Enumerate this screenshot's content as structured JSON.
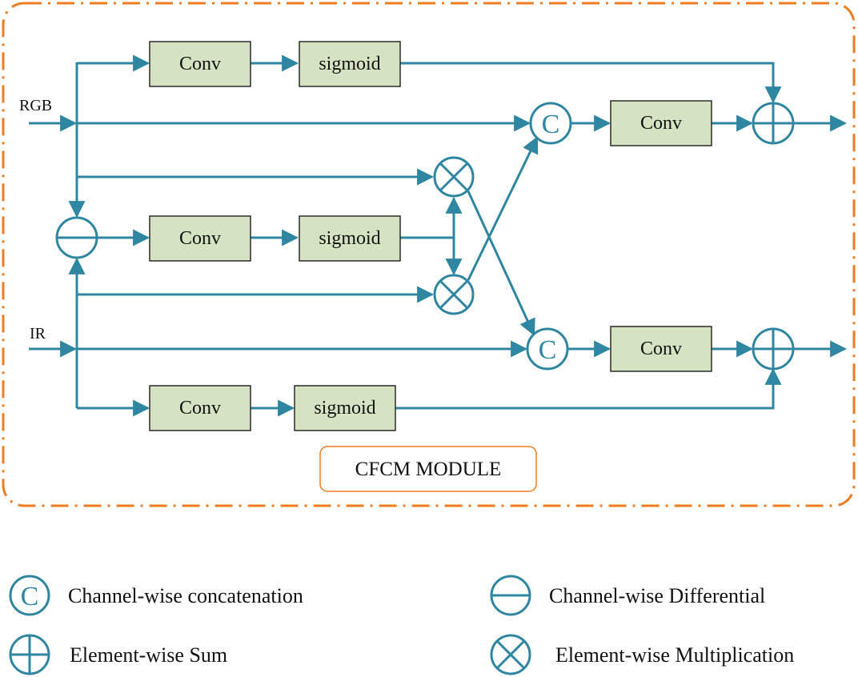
{
  "colors": {
    "line": "#2f86a0",
    "box_fill": "#d6e3c3",
    "box_stroke": "#2b2b2b",
    "frame": "#ee7d1f"
  },
  "inputs": {
    "rgb": "RGB",
    "ir": "IR"
  },
  "boxes": {
    "conv_top": "Conv",
    "sigmoid_top": "sigmoid",
    "conv_mid": "Conv",
    "sigmoid_mid": "sigmoid",
    "conv_bottom": "Conv",
    "sigmoid_bottom": "sigmoid",
    "conv_out_rgb": "Conv",
    "conv_out_ir": "Conv"
  },
  "symbols": {
    "concat": "C"
  },
  "module_label": "CFCM MODULE",
  "legend": {
    "concat": "Channel-wise concatenation",
    "differential": "Channel-wise Differential",
    "sum": "Element-wise Sum",
    "multiplication": "Element-wise Multiplication"
  }
}
